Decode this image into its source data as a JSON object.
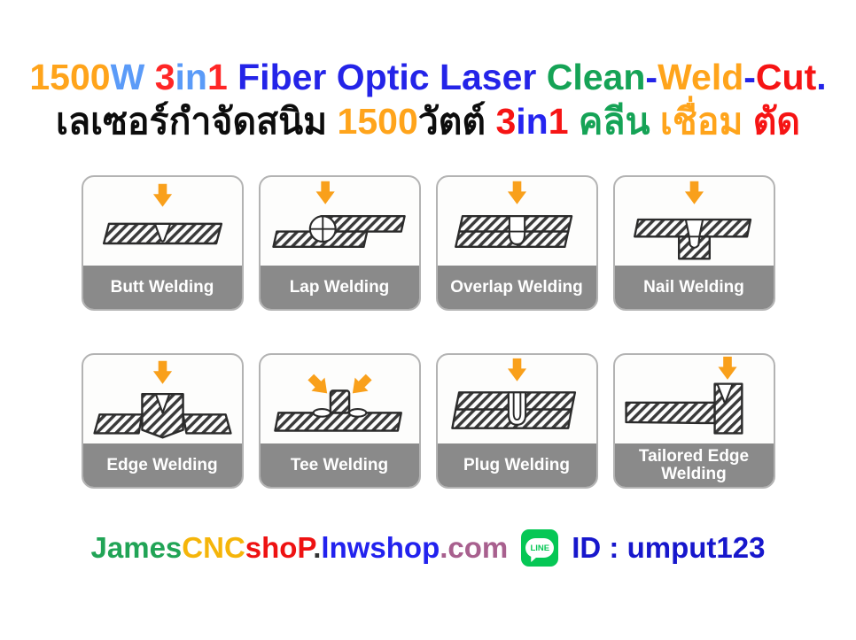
{
  "title": {
    "line1": [
      {
        "text": "1500",
        "color": "#FFA41B"
      },
      {
        "text": "W",
        "color": "#5B9BF8"
      },
      {
        "text": " ",
        "color": "#000000"
      },
      {
        "text": "3",
        "color": "#FF2626"
      },
      {
        "text": "in",
        "color": "#5B9BF8"
      },
      {
        "text": "1",
        "color": "#FF2626"
      },
      {
        "text": " Fiber Optic Laser ",
        "color": "#2424E8"
      },
      {
        "text": "Clean",
        "color": "#15A356"
      },
      {
        "text": "-",
        "color": "#2424E8"
      },
      {
        "text": "Weld",
        "color": "#FFA41B"
      },
      {
        "text": "-",
        "color": "#2424E8"
      },
      {
        "text": "Cut",
        "color": "#F61414"
      },
      {
        "text": ".",
        "color": "#2424E8"
      }
    ],
    "line2": [
      {
        "text": "เลเซอร์กำจัดสนิม ",
        "color": "#0d0d0d"
      },
      {
        "text": "1500",
        "color": "#FFA41B"
      },
      {
        "text": "วัตต์ ",
        "color": "#0d0d0d"
      },
      {
        "text": "3",
        "color": "#F61414"
      },
      {
        "text": "in",
        "color": "#2424F0"
      },
      {
        "text": "1",
        "color": "#F61414"
      },
      {
        "text": " คลีน",
        "color": "#15A356"
      },
      {
        "text": " เชื่อม",
        "color": "#FFA41B"
      },
      {
        "text": " ตัด",
        "color": "#F61414"
      }
    ]
  },
  "cards": [
    {
      "label": "Butt Welding"
    },
    {
      "label": "Lap Welding"
    },
    {
      "label": "Overlap Welding"
    },
    {
      "label": "Nail Welding"
    },
    {
      "label": "Edge Welding"
    },
    {
      "label": "Tee Welding"
    },
    {
      "label": "Plug Welding"
    },
    {
      "label": "Tailored Edge Welding"
    }
  ],
  "footer": {
    "site": [
      {
        "text": "James",
        "color": "#21A456"
      },
      {
        "text": "CNC",
        "color": "#F5B50A"
      },
      {
        "text": "shoP",
        "color": "#EE1212"
      },
      {
        "text": ".",
        "color": "#333333"
      },
      {
        "text": "lnwshop",
        "color": "#2222EE"
      },
      {
        "text": ".",
        "color": "#A8608E"
      },
      {
        "text": "com",
        "color": "#A8608E"
      }
    ],
    "line_label": "LINE",
    "line_id": "ID : umput123"
  },
  "colors": {
    "arrow_orange": "#F9A01B",
    "card_label_bg": "#8A8A8A",
    "card_border": "#B3B3B3",
    "line_green": "#06C755",
    "id_blue": "#1717CC"
  }
}
